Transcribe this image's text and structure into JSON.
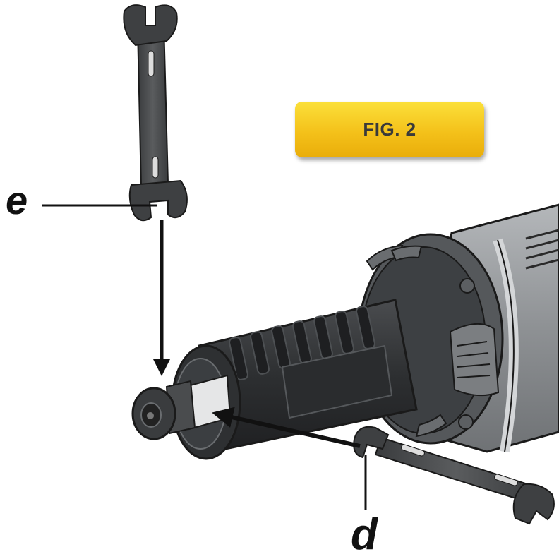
{
  "figure": {
    "title": "FIG. 2",
    "badge_color": "#f4c11a"
  },
  "callouts": {
    "e": "e",
    "d": "d"
  },
  "colors": {
    "tool_body": "#8c8f92",
    "tool_dark": "#3b3d3f",
    "grip": "#2f3133",
    "wrench": "#4a4c4e",
    "outline": "#1a1a1a",
    "arrow": "#111111"
  }
}
